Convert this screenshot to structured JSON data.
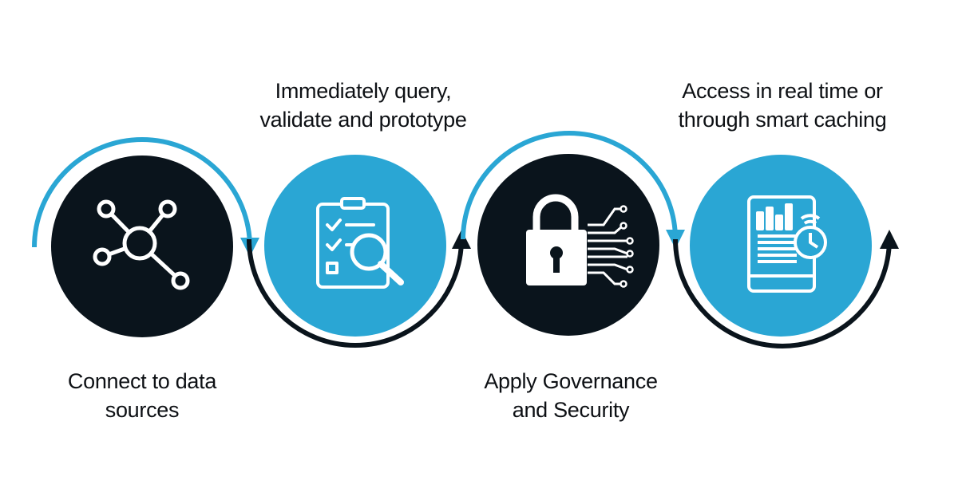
{
  "colors": {
    "dark": "#0a141c",
    "accent": "#2aa6d4",
    "icon_stroke": "#ffffff"
  },
  "steps": [
    {
      "line1": "Connect to data",
      "line2": "sources",
      "icon": "network-hub-icon",
      "circle_color": "dark"
    },
    {
      "line1": "Immediately query,",
      "line2": "validate and prototype",
      "icon": "clipboard-search-icon",
      "circle_color": "accent"
    },
    {
      "line1": "Apply Governance",
      "line2": "and Security",
      "icon": "lock-circuit-icon",
      "circle_color": "dark"
    },
    {
      "line1": "Access in real time or",
      "line2": "through smart caching",
      "icon": "tablet-chart-timer-icon",
      "circle_color": "accent"
    }
  ]
}
